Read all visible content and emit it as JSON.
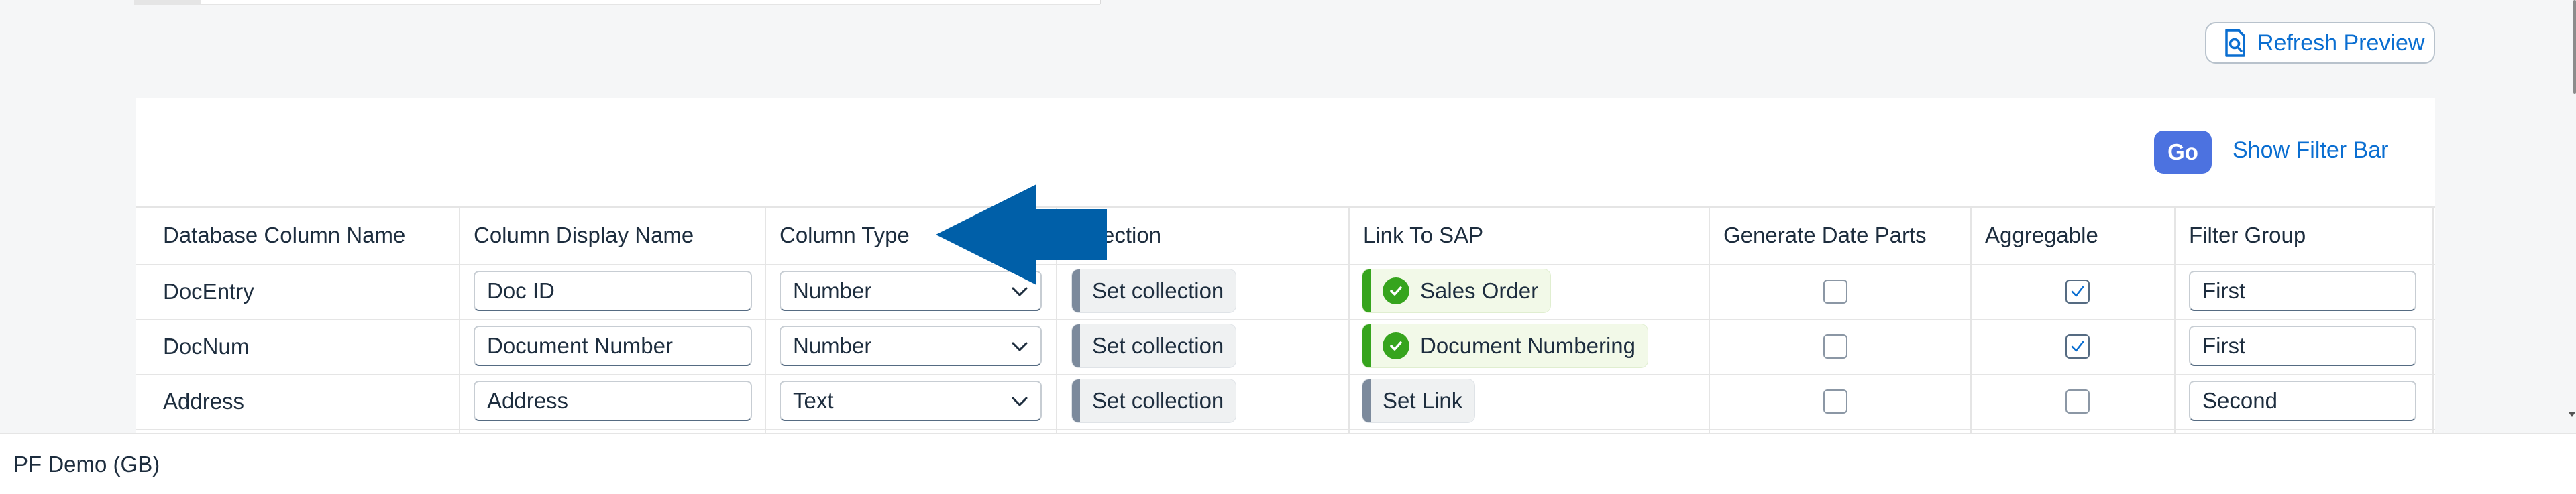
{
  "toolbar": {
    "refresh_label": "Refresh Preview"
  },
  "filter_bar": {
    "go_label": "Go",
    "show_filter_label": "Show Filter Bar"
  },
  "table": {
    "headers": {
      "db_column": "Database Column Name",
      "display_name": "Column Display Name",
      "column_type": "Column Type",
      "collection": "ollection",
      "link_to_sap": "Link To SAP",
      "date_parts": "Generate Date Parts",
      "aggregable": "Aggregable",
      "filter_group": "Filter Group"
    },
    "rows": [
      {
        "db_column": "DocEntry",
        "display_name": "Doc ID",
        "column_type": "Number",
        "collection": "Set collection",
        "link_to_sap": "Sales Order",
        "linked": true,
        "generate_date_parts": false,
        "aggregable": true,
        "filter_group": "First"
      },
      {
        "db_column": "DocNum",
        "display_name": "Document Number",
        "column_type": "Number",
        "collection": "Set collection",
        "link_to_sap": "Document Numbering",
        "linked": true,
        "generate_date_parts": false,
        "aggregable": true,
        "filter_group": "First"
      },
      {
        "db_column": "Address",
        "display_name": "Address",
        "column_type": "Text",
        "collection": "Set collection",
        "link_to_sap": "Set Link",
        "linked": false,
        "generate_date_parts": false,
        "aggregable": false,
        "filter_group": "Second"
      }
    ]
  },
  "annotation": {
    "icon": "arrow-left-icon",
    "color": "#005fa8"
  },
  "footer": {
    "company_db": "PF Demo (GB)"
  },
  "colors": {
    "accent": "#0a6ed1",
    "go_button": "#4c72e0",
    "linked_green": "#36a41d"
  }
}
